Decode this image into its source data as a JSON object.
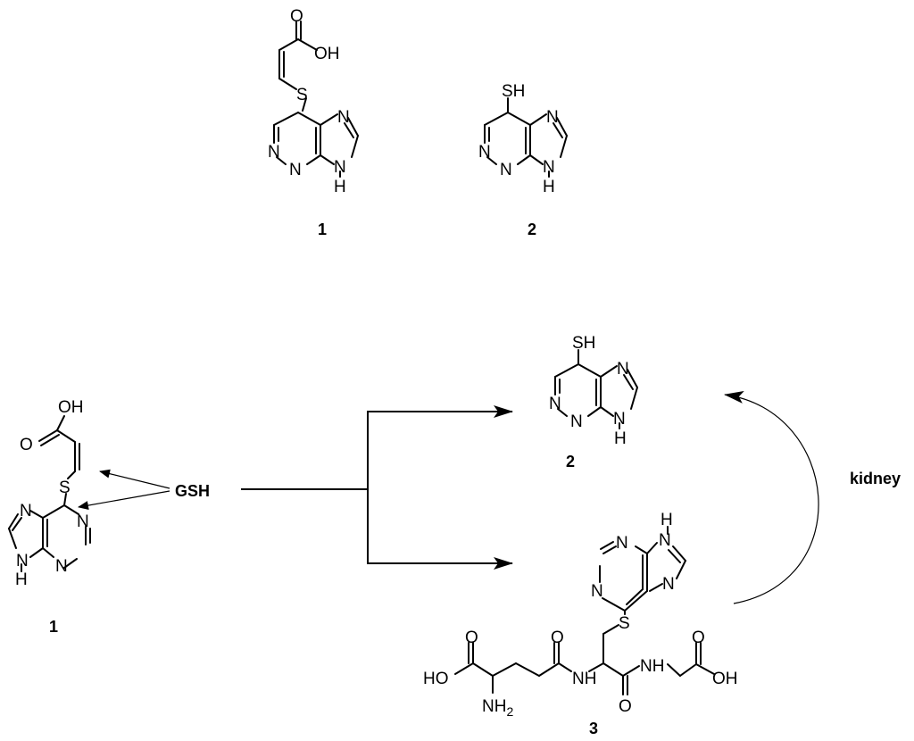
{
  "compounds": {
    "c1": "1",
    "c2": "2",
    "c3": "3"
  },
  "atoms": {
    "N": "N",
    "H": "H",
    "S": "S",
    "O": "O",
    "OH": "OH",
    "HO": "HO",
    "SH": "SH",
    "NH": "NH",
    "NH2_base": "NH",
    "NH2_sub": "2"
  },
  "reagent": "GSH",
  "organ": "kidney"
}
